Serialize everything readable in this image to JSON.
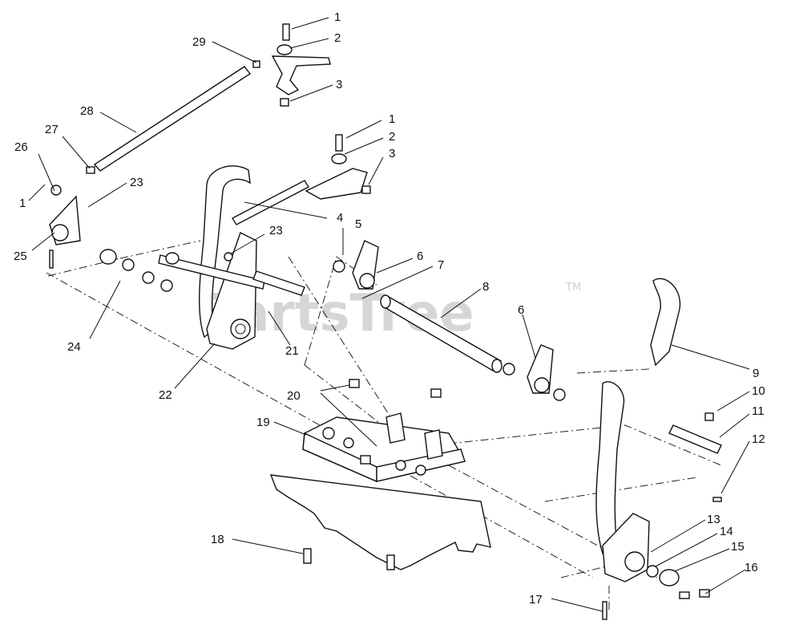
{
  "watermark": {
    "text": "PartsTree",
    "trademark": "TM"
  },
  "callouts": {
    "c1a": "1",
    "c2a": "2",
    "c3a": "3",
    "c29": "29",
    "c28": "28",
    "c27": "27",
    "c26": "26",
    "c1b": "1",
    "c25": "25",
    "c23a": "23",
    "c1c": "1",
    "c2b": "2",
    "c3b": "3",
    "c4": "4",
    "c5": "5",
    "c23b": "23",
    "c6a": "6",
    "c7": "7",
    "c8": "8",
    "c24": "24",
    "c21": "21",
    "c6b": "6",
    "c9": "9",
    "c22": "22",
    "c20": "20",
    "c10": "10",
    "c19": "19",
    "c11": "11",
    "c12": "12",
    "c18": "18",
    "c13": "13",
    "c14": "14",
    "c15": "15",
    "c16": "16",
    "c17": "17"
  }
}
